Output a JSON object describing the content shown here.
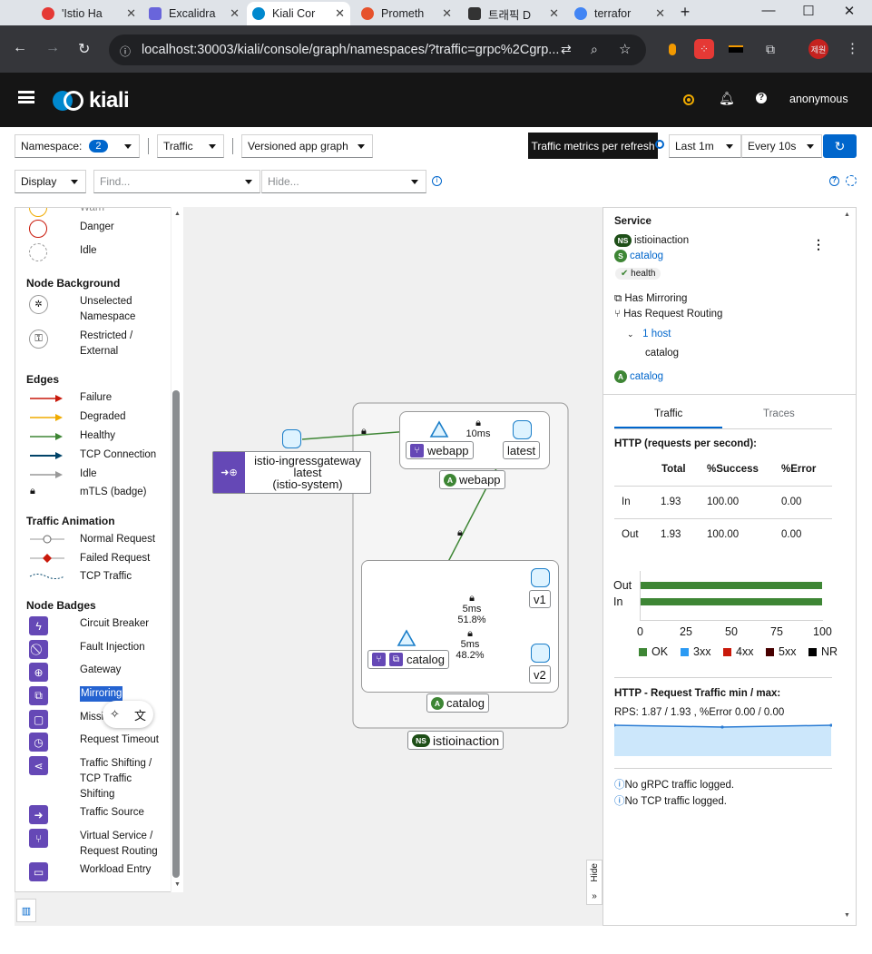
{
  "browser": {
    "tabs": [
      {
        "title": "'Istio Ha",
        "color": "#e53935"
      },
      {
        "title": "Excalidra",
        "color": "#6965db"
      },
      {
        "title": "Kiali Cor",
        "color": "#0088ce"
      },
      {
        "title": "Prometh",
        "color": "#e6522c"
      },
      {
        "title": "트래픽 D",
        "color": "#333333"
      },
      {
        "title": "terrafor",
        "color": "#4285f4"
      }
    ],
    "url": "localhost:30003/kiali/console/graph/namespaces/?traffic=grpc%2Cgrp...",
    "profile": "제원"
  },
  "header": {
    "brand": "kiali",
    "user": "anonymous"
  },
  "toolbar": {
    "namespace_label": "Namespace:",
    "namespace_count": "2",
    "traffic": "Traffic",
    "graph_type": "Versioned app graph",
    "tooltip": "Traffic metrics per refresh",
    "duration": "Last 1m",
    "refresh_interval": "Every 10s",
    "display": "Display",
    "find_placeholder": "Find...",
    "hide_placeholder": "Hide..."
  },
  "legend": {
    "top_items": [
      "Warn",
      "Danger",
      "Idle"
    ],
    "node_background": {
      "title": "Node Background",
      "items": [
        "Unselected Namespace",
        "Restricted / External"
      ]
    },
    "edges": {
      "title": "Edges",
      "items": [
        "Failure",
        "Degraded",
        "Healthy",
        "TCP Connection",
        "Idle",
        "mTLS (badge)"
      ]
    },
    "traffic_animation": {
      "title": "Traffic Animation",
      "items": [
        "Normal Request",
        "Failed Request",
        "TCP Traffic"
      ]
    },
    "node_badges": {
      "title": "Node Badges",
      "items": [
        "Circuit Breaker",
        "Fault Injection",
        "Gateway",
        "Mirroring",
        "Missi",
        "Request Timeout",
        "Traffic Shifting / TCP Traffic Shifting",
        "Traffic Source",
        "Virtual Service / Request Routing",
        "Workload Entry"
      ]
    }
  },
  "graph": {
    "gateway": {
      "line1": "istio-ingressgateway",
      "line2": "latest",
      "line3": "(istio-system)"
    },
    "webapp_box": "webapp",
    "webapp_service": "webapp",
    "webapp_version": "latest",
    "webapp_edge": "10ms",
    "catalog_box": "catalog",
    "catalog_service": "catalog",
    "catalog_v1": "v1",
    "catalog_v2": "v2",
    "edge_v1": {
      "latency": "5ms",
      "pct": "51.8%"
    },
    "edge_v2": {
      "latency": "5ms",
      "pct": "48.2%"
    },
    "namespace": "istioinaction",
    "ns_badge": "NS",
    "app_badge": "A",
    "hide_label": "Hide"
  },
  "panel": {
    "title": "Service",
    "ns_badge": "NS",
    "namespace": "istioinaction",
    "svc_badge": "S",
    "service": "catalog",
    "health": "health",
    "mirroring": "Has Mirroring",
    "routing": "Has Request Routing",
    "hosts_toggle": "1 host",
    "host": "catalog",
    "app_badge": "A",
    "app": "catalog",
    "tabs": [
      "Traffic",
      "Traces"
    ],
    "http_title": "HTTP (requests per second):",
    "table": {
      "headers": [
        "",
        "Total",
        "%Success",
        "%Error"
      ],
      "rows": [
        [
          "In",
          "1.93",
          "100.00",
          "0.00"
        ],
        [
          "Out",
          "1.93",
          "100.00",
          "0.00"
        ]
      ]
    },
    "bar_chart": {
      "rows": [
        "Out",
        "In"
      ],
      "ticks": [
        "0",
        "25",
        "50",
        "75",
        "100"
      ],
      "legend": [
        "OK",
        "3xx",
        "4xx",
        "5xx",
        "NR"
      ]
    },
    "rps_title": "HTTP - Request Traffic min / max:",
    "rps_text": "RPS: 1.87 / 1.93 , %Error 0.00 / 0.00",
    "grpc_note": "No gRPC traffic logged.",
    "tcp_note": "No TCP traffic logged."
  },
  "chart_data": {
    "type": "bar",
    "categories": [
      "Out",
      "In"
    ],
    "series": [
      {
        "name": "OK",
        "values": [
          100,
          100
        ]
      },
      {
        "name": "3xx",
        "values": [
          0,
          0
        ]
      },
      {
        "name": "4xx",
        "values": [
          0,
          0
        ]
      },
      {
        "name": "5xx",
        "values": [
          0,
          0
        ]
      },
      {
        "name": "NR",
        "values": [
          0,
          0
        ]
      }
    ],
    "xlim": [
      0,
      100
    ],
    "orientation": "horizontal",
    "stacked": true,
    "colors": {
      "OK": "#3e8635",
      "3xx": "#2b9af3",
      "4xx": "#c9190b",
      "5xx": "#470000",
      "NR": "#000000"
    }
  }
}
